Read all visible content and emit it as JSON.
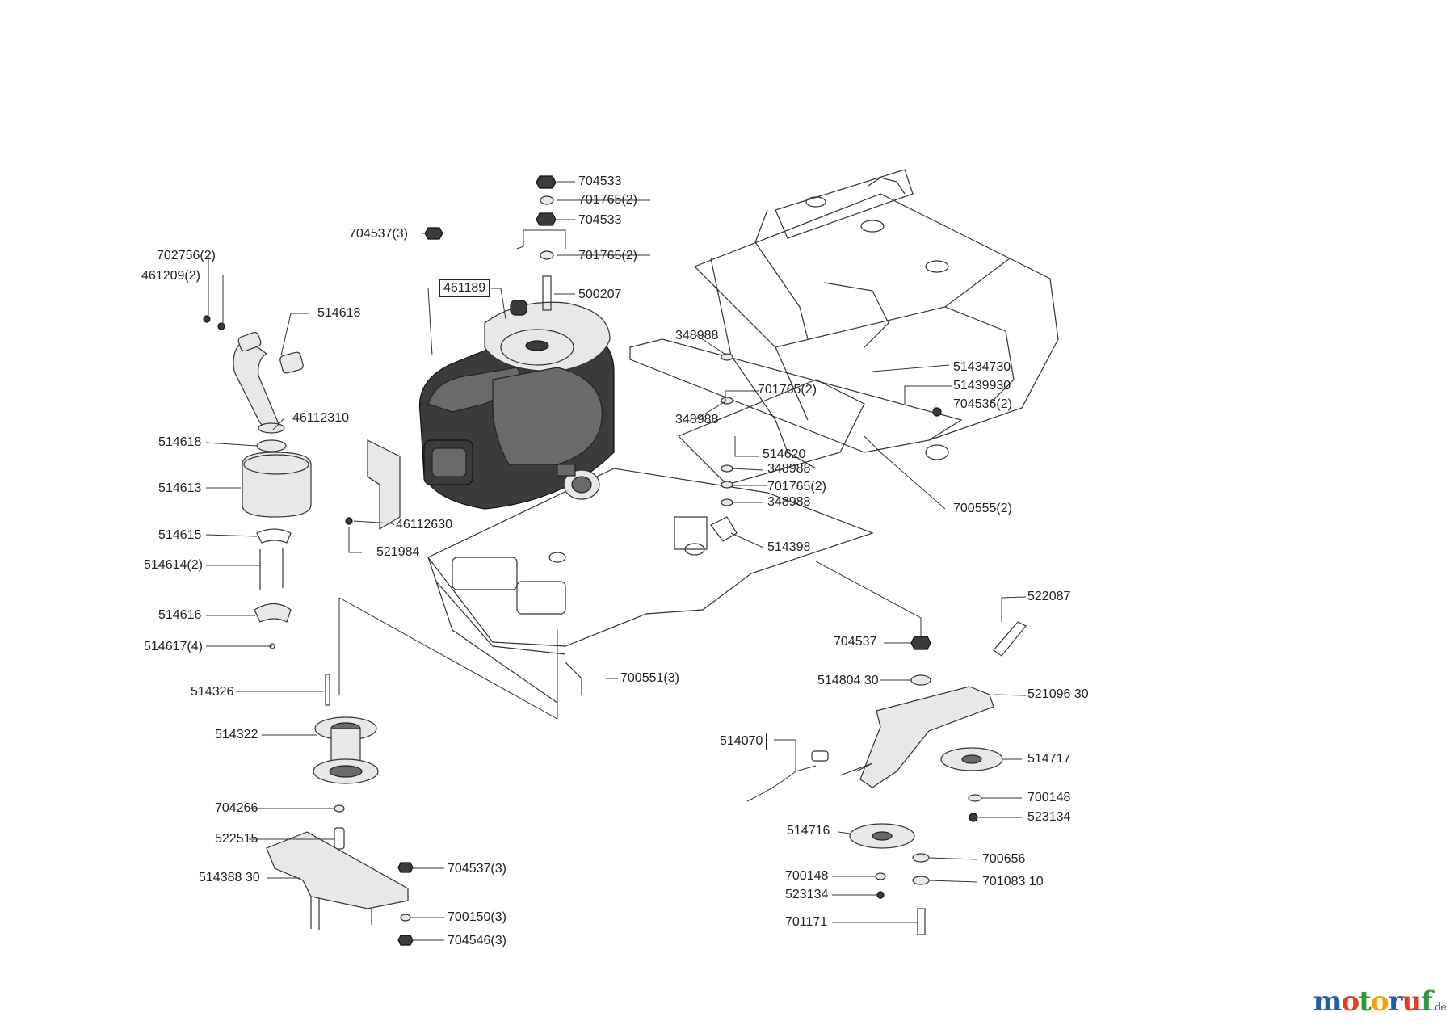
{
  "labels": {
    "p704533a": "704533",
    "p701765_2a": "701765(2)",
    "p704533b": "704533",
    "p704537_3_top": "704537(3)",
    "p701765_2b": "701765(2)",
    "p702756_2": "702756(2)",
    "p461189": "461189",
    "p500207": "500207",
    "p461209_2": "461209(2)",
    "p514618a": "514618",
    "p348988a": "348988",
    "p51434730": "51434730",
    "p51439930": "51439930",
    "p701765_2c": "701765(2)",
    "p704536_2": "704536(2)",
    "p46112310": "46112310",
    "p348988b": "348988",
    "p514618b": "514618",
    "p514620": "514620",
    "p348988c": "348988",
    "p514613": "514613",
    "p701765_2d": "701765(2)",
    "p348988d": "348988",
    "p700555_2": "700555(2)",
    "p46112630": "46112630",
    "p514615": "514615",
    "p514398": "514398",
    "p521984": "521984",
    "p514614_2": "514614(2)",
    "p522087": "522087",
    "p514616": "514616",
    "p704537": "704537",
    "p514617_4": "514617(4)",
    "p700551_3": "700551(3)",
    "p514804_30": "514804 30",
    "p514326": "514326",
    "p521096_30": "521096 30",
    "p514322": "514322",
    "p514070": "514070",
    "p514717": "514717",
    "p700148a": "700148",
    "p704266": "704266",
    "p523134a": "523134",
    "p514716": "514716",
    "p522515": "522515",
    "p700656": "700656",
    "p514388_30": "514388 30",
    "p704537_3_bot": "704537(3)",
    "p700148b": "700148",
    "p701083_10": "701083 10",
    "p523134b": "523134",
    "p700150_3": "700150(3)",
    "p701171": "701171",
    "p704546_3": "704546(3)"
  },
  "watermark": {
    "letters": [
      "m",
      "o",
      "t",
      "o",
      "r",
      "u",
      "f"
    ],
    "suffix": ".de",
    "colors": [
      "#1f5fa8",
      "#e23d2b",
      "#2a9a3a",
      "#f0a400",
      "#1f5fa8",
      "#e23d2b",
      "#2a9a3a"
    ]
  }
}
